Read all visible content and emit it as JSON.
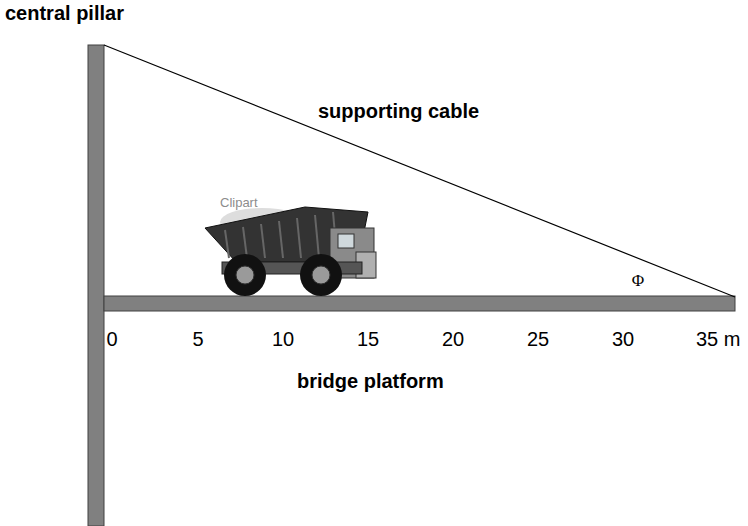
{
  "diagram": {
    "labels": [
      "central pillar",
      "supporting cable",
      "Clipart",
      "Φ",
      "0",
      "5",
      "10",
      "15",
      "20",
      "25",
      "30",
      "35 m",
      "bridge platform"
    ]
  }
}
